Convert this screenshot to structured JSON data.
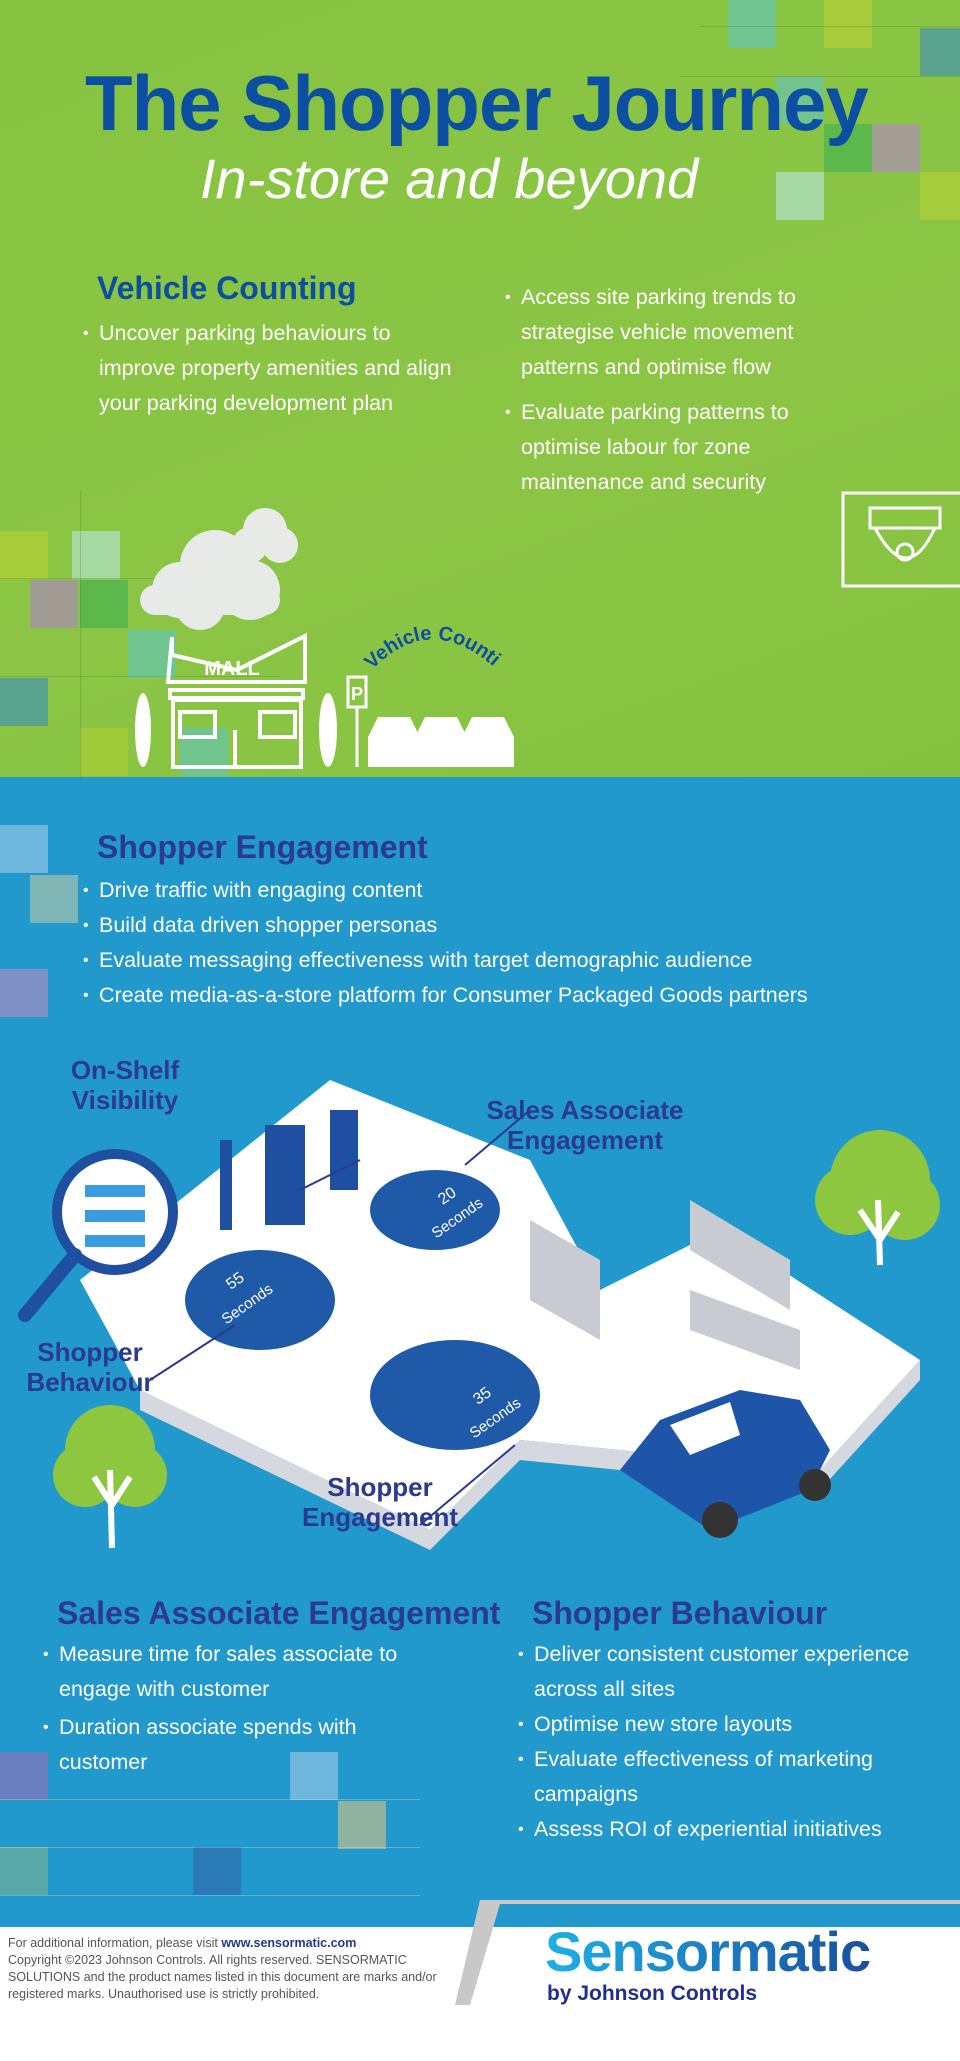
{
  "header": {
    "title": "The Shopper Journey",
    "subtitle": "In-store and beyond"
  },
  "vehicle_counting": {
    "heading": "Vehicle Counting",
    "left_bullets": [
      "Uncover parking behaviours to improve property amenities and align your parking development plan"
    ],
    "right_bullets": [
      "Access site parking trends to strategise vehicle movement patterns and optimise flow",
      "Evaluate parking patterns to optimise labour for zone maintenance and security"
    ],
    "scene": {
      "mall_sign": "MALL",
      "parking_sign": "P",
      "curved_label": "Vehicle Counting"
    }
  },
  "shopper_engagement": {
    "heading": "Shopper Engagement",
    "bullets": [
      "Drive traffic with engaging content",
      "Build data driven shopper personas",
      "Evaluate messaging effectiveness with target demographic audience",
      "Create media-as-a-store platform for Consumer Packaged Goods partners"
    ]
  },
  "illustration": {
    "labels": {
      "on_shelf": "On-Shelf Visibility",
      "sales_associate": "Sales Associate Engagement",
      "shopper_behaviour": "Shopper Behaviour",
      "shopper_engagement": "Shopper Engagement"
    },
    "zones": [
      {
        "value": "20",
        "unit": "Seconds"
      },
      {
        "value": "55",
        "unit": "Seconds"
      },
      {
        "value": "35",
        "unit": "Seconds"
      }
    ]
  },
  "sales_associate": {
    "heading": "Sales Associate Engagement",
    "bullets": [
      "Measure time for sales associate to engage with customer",
      "Duration associate spends with customer"
    ]
  },
  "shopper_behaviour": {
    "heading": "Shopper Behaviour",
    "bullets": [
      "Deliver consistent customer experience across all sites",
      "Optimise new store layouts",
      "Evaluate effectiveness of marketing campaigns",
      "Assess ROI of experiential initiatives"
    ]
  },
  "footer": {
    "info_prefix": "For additional information, please visit ",
    "link": "www.sensormatic.com",
    "copyright": "Copyright ©2023 Johnson Controls. All rights reserved. SENSORMATIC SOLUTIONS and the product names listed in this document are marks and/or registered marks. Unauthorised use is strictly prohibited.",
    "logo": "Sensormatic",
    "logo_sub": "by Johnson Controls"
  },
  "colors": {
    "green": "#8bc443",
    "blue": "#2299cc",
    "title": "#0c4fa2",
    "heading": "#2b3990"
  }
}
